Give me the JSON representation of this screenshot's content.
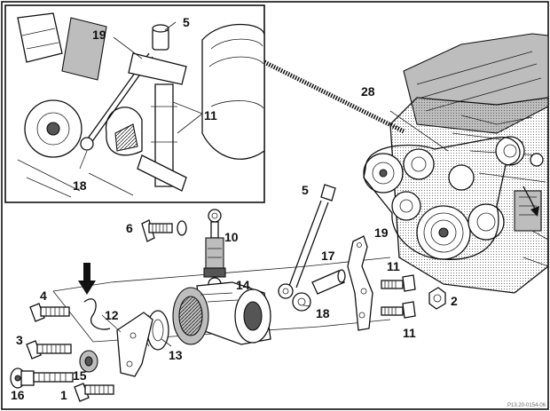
{
  "figure": {
    "callouts": {
      "inset_5": "5",
      "inset_19": "19",
      "inset_11": "11",
      "inset_18": "18",
      "c28": "28",
      "c5": "5",
      "c6": "6",
      "c10": "10",
      "c17": "17",
      "c19": "19",
      "c14": "14",
      "c11a": "11",
      "c2": "2",
      "c4": "4",
      "c12": "12",
      "c18": "18",
      "c11b": "11",
      "c3": "3",
      "c13": "13",
      "c15": "15",
      "c16": "16",
      "c1": "1"
    },
    "stamp": "P13.20-0154-06"
  }
}
